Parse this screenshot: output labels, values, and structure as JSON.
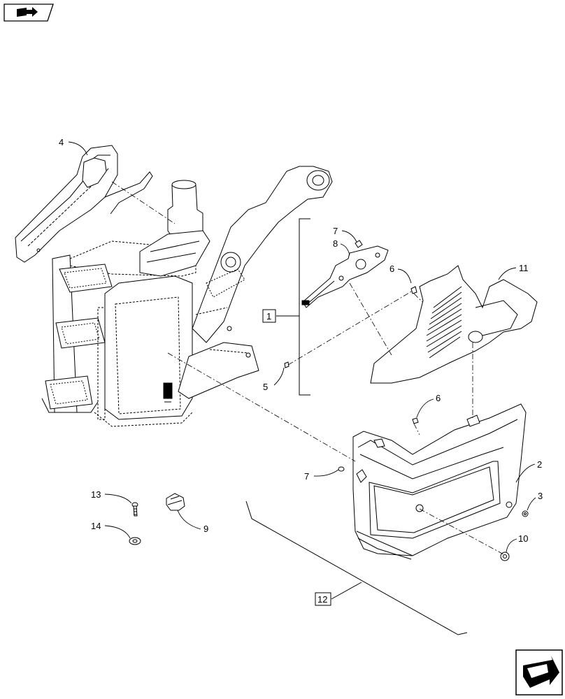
{
  "callouts": {
    "c1": "1",
    "c2": "2",
    "c3": "3",
    "c4": "4",
    "c5": "5",
    "c6a": "6",
    "c6b": "6",
    "c7a": "7",
    "c7b": "7",
    "c8": "8",
    "c9": "9",
    "c10": "10",
    "c11": "11",
    "c12": "12",
    "c13": "13",
    "c14": "14"
  },
  "icons": {
    "top_left": "book-arrow-icon",
    "bottom_right": "next-page-arrow-icon"
  }
}
